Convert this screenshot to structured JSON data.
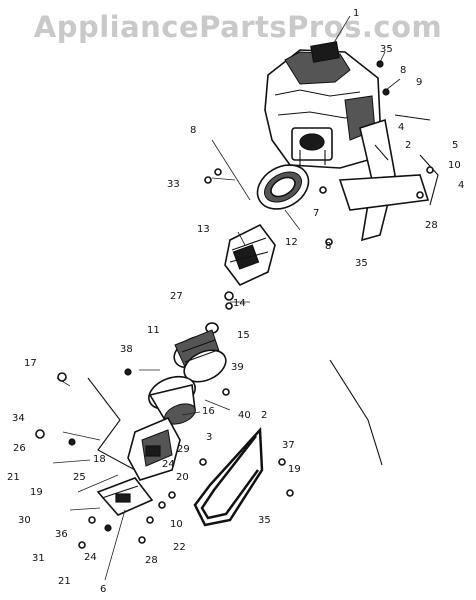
{
  "watermark": "AppliancePartsPros.com",
  "callouts": [
    {
      "id": "c1",
      "text": "1"
    },
    {
      "id": "c35a",
      "text": "35"
    },
    {
      "id": "c8a",
      "text": "8"
    },
    {
      "id": "c9",
      "text": "9"
    },
    {
      "id": "c4a",
      "text": "4"
    },
    {
      "id": "c8b",
      "text": "8"
    },
    {
      "id": "c2a",
      "text": "2"
    },
    {
      "id": "c5",
      "text": "5"
    },
    {
      "id": "c10a",
      "text": "10"
    },
    {
      "id": "c4b",
      "text": "4"
    },
    {
      "id": "c33",
      "text": "33"
    },
    {
      "id": "c7",
      "text": "7"
    },
    {
      "id": "c28a",
      "text": "28"
    },
    {
      "id": "c12",
      "text": "12"
    },
    {
      "id": "c8c",
      "text": "8"
    },
    {
      "id": "c35b",
      "text": "35"
    },
    {
      "id": "c13",
      "text": "13"
    },
    {
      "id": "c27",
      "text": "27"
    },
    {
      "id": "c14",
      "text": "14"
    },
    {
      "id": "c15",
      "text": "15"
    },
    {
      "id": "c11",
      "text": "11"
    },
    {
      "id": "c38",
      "text": "38"
    },
    {
      "id": "c39",
      "text": "39"
    },
    {
      "id": "c17",
      "text": "17"
    },
    {
      "id": "c40",
      "text": "40"
    },
    {
      "id": "c16",
      "text": "16"
    },
    {
      "id": "c2b",
      "text": "2"
    },
    {
      "id": "c34",
      "text": "34"
    },
    {
      "id": "c26",
      "text": "26"
    },
    {
      "id": "c18",
      "text": "18"
    },
    {
      "id": "c21a",
      "text": "21"
    },
    {
      "id": "c3",
      "text": "3"
    },
    {
      "id": "c29",
      "text": "29"
    },
    {
      "id": "c19a",
      "text": "19"
    },
    {
      "id": "c24a",
      "text": "24"
    },
    {
      "id": "c25",
      "text": "25"
    },
    {
      "id": "c20",
      "text": "20"
    },
    {
      "id": "c37",
      "text": "37"
    },
    {
      "id": "c19b",
      "text": "19"
    },
    {
      "id": "c30",
      "text": "30"
    },
    {
      "id": "c10b",
      "text": "10"
    },
    {
      "id": "c35c",
      "text": "35"
    },
    {
      "id": "c36",
      "text": "36"
    },
    {
      "id": "c22",
      "text": "22"
    },
    {
      "id": "c28b",
      "text": "28"
    },
    {
      "id": "c31",
      "text": "31"
    },
    {
      "id": "c24b",
      "text": "24"
    },
    {
      "id": "c21b",
      "text": "21"
    },
    {
      "id": "c6",
      "text": "6"
    }
  ]
}
